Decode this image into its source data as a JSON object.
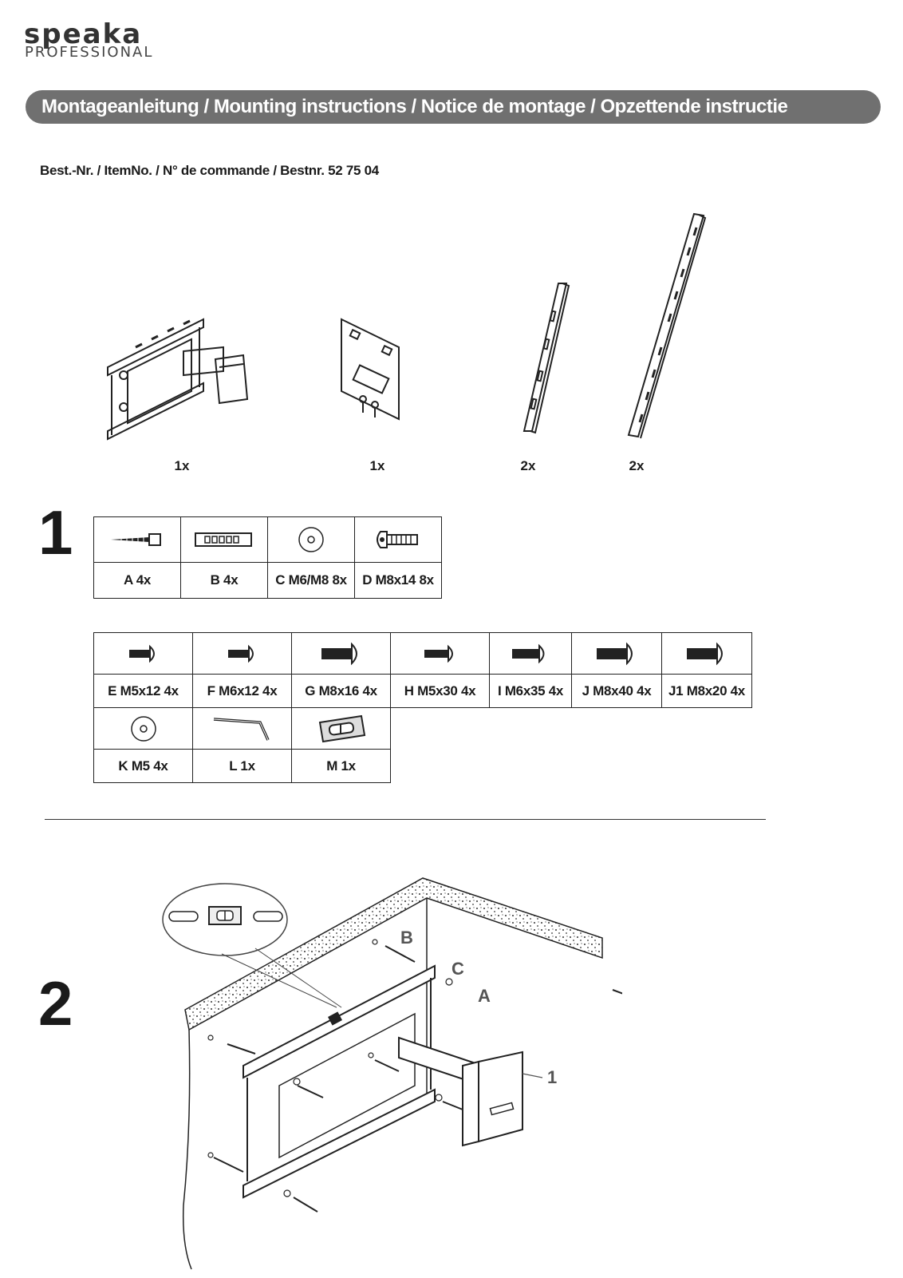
{
  "brand": {
    "name": "speaka",
    "sub": "PROFESSIONAL"
  },
  "title": "Montageanleitung / Mounting instructions / Notice de montage / Opzettende instructie",
  "order_number": "Best.-Nr. / ItemNo. / N° de commande / Bestnr. 52 75 04",
  "components": [
    {
      "icon": "wall-arm-bracket-icon",
      "qty": "1x"
    },
    {
      "icon": "vesa-plate-icon",
      "qty": "1x"
    },
    {
      "icon": "short-rail-icon",
      "qty": "2x"
    },
    {
      "icon": "long-rail-icon",
      "qty": "2x"
    }
  ],
  "steps": {
    "one": "1",
    "two": "2"
  },
  "hardware_table_1": [
    {
      "icon": "wood-screw-icon",
      "label": "A 4x"
    },
    {
      "icon": "wall-plug-icon",
      "label": "B 4x"
    },
    {
      "icon": "washer-icon",
      "label": "C M6/M8 8x"
    },
    {
      "icon": "short-bolt-icon",
      "label": "D M8x14 8x"
    }
  ],
  "hardware_table_2_row1": [
    {
      "icon": "bolt-icon",
      "label": "E  M5x12 4x"
    },
    {
      "icon": "bolt-icon",
      "label": "F  M6x12 4x"
    },
    {
      "icon": "bolt-icon",
      "label": "G  M8x16 4x"
    },
    {
      "icon": "bolt-icon",
      "label": "H  M5x30 4x"
    },
    {
      "icon": "bolt-icon",
      "label": "I  M6x35 4x"
    },
    {
      "icon": "bolt-icon",
      "label": "J  M8x40 4x"
    },
    {
      "icon": "bolt-icon",
      "label": "J1 M8x20 4x"
    }
  ],
  "hardware_table_2_row2": [
    {
      "icon": "washer-icon",
      "label": "K M5 4x"
    },
    {
      "icon": "allen-key-icon",
      "label": "L 1x"
    },
    {
      "icon": "spirit-level-icon",
      "label": "M 1x"
    }
  ],
  "step2_callouts": {
    "b": "B",
    "c": "C",
    "a": "A",
    "part": "1"
  }
}
